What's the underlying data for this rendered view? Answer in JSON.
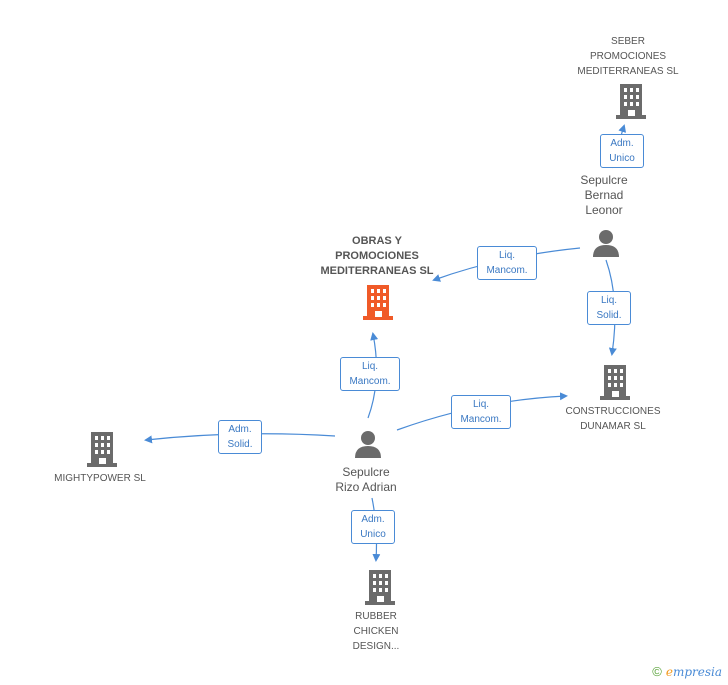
{
  "colors": {
    "edge": "#4a8bd6",
    "building_gray": "#6b6b6b",
    "building_main": "#f05a28",
    "person": "#6b6b6b"
  },
  "nodes": {
    "obras": {
      "label": "OBRAS Y\nPROMOCIONES\nMEDITERRANEAS SL",
      "icon": "building-icon"
    },
    "seber": {
      "label": "SEBER\nPROMOCIONES\nMEDITERRANEAS SL",
      "icon": "building-icon"
    },
    "construcciones": {
      "label": "CONSTRUCCIONES\nDUNAMAR SL",
      "icon": "building-icon"
    },
    "mightypower": {
      "label": "MIGHTYPOWER SL",
      "icon": "building-icon"
    },
    "rubber": {
      "label": "RUBBER\nCHICKEN\nDESIGN...",
      "icon": "building-icon"
    },
    "leonor": {
      "label": "Sepulcre\nBernad\nLeonor",
      "icon": "person-icon"
    },
    "adrian": {
      "label": "Sepulcre\nRizo Adrian",
      "icon": "person-icon"
    }
  },
  "edges": {
    "leonor_seber": "Adm.\nUnico",
    "leonor_obras": "Liq.\nMancom.",
    "leonor_construcciones": "Liq.\nSolid.",
    "adrian_obras": "Liq.\nMancom.",
    "adrian_construcciones": "Liq.\nMancom.",
    "adrian_mightypower": "Adm.\nSolid.",
    "adrian_rubber": "Adm.\nUnico"
  },
  "footer": {
    "copyright_symbol": "©",
    "brand_initial": "e",
    "brand_rest": "mpresia"
  }
}
